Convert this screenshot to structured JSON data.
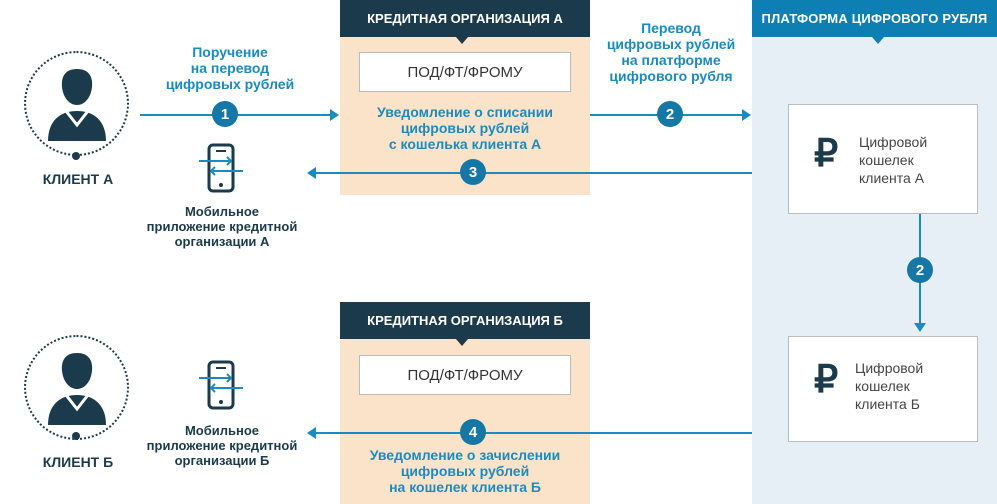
{
  "platform": {
    "title": "ПЛАТФОРМА ЦИФРОВОГО РУБЛЯ",
    "wallet_a": {
      "symbol": "₽",
      "label_line1": "Цифровой",
      "label_line2": "кошелек",
      "label_line3": "клиента А"
    },
    "wallet_b": {
      "symbol": "₽",
      "label_line1": "Цифровой",
      "label_line2": "кошелек",
      "label_line3": "клиента Б"
    }
  },
  "org_a": {
    "title": "КРЕДИТНАЯ ОРГАНИЗАЦИЯ А",
    "box": "ПОД/ФТ/ФРОМУ",
    "notice_line1": "Уведомление о списании",
    "notice_line2": "цифровых рублей",
    "notice_line3": "с кошелька клиента А"
  },
  "org_b": {
    "title": "КРЕДИТНАЯ ОРГАНИЗАЦИЯ Б",
    "box": "ПОД/ФТ/ФРОМУ",
    "notice_line1": "Уведомление о зачислении",
    "notice_line2": "цифровых рублей",
    "notice_line3": "на кошелек клиента Б"
  },
  "client_a": {
    "label": "КЛИЕНТ А",
    "app_line1": "Мобильное",
    "app_line2": "приложение кредитной",
    "app_line3": "организации А"
  },
  "client_b": {
    "label": "КЛИЕНТ Б",
    "app_line1": "Мобильное",
    "app_line2": "приложение кредитной",
    "app_line3": "организации Б"
  },
  "steps": {
    "step1": {
      "number": "1",
      "line1": "Поручение",
      "line2": "на перевод",
      "line3": "цифровых рублей"
    },
    "step2": {
      "number": "2",
      "line1": "Перевод",
      "line2": "цифровых рублей",
      "line3": "на платформе",
      "line4": "цифрового рубля"
    },
    "step2b": {
      "number": "2"
    },
    "step3": {
      "number": "3"
    },
    "step4": {
      "number": "4"
    }
  },
  "colors": {
    "accent": "#1a8bc0",
    "dark": "#1b3a4b",
    "org_bg": "#fbe3c9",
    "platform_bg": "#e6eff6"
  }
}
